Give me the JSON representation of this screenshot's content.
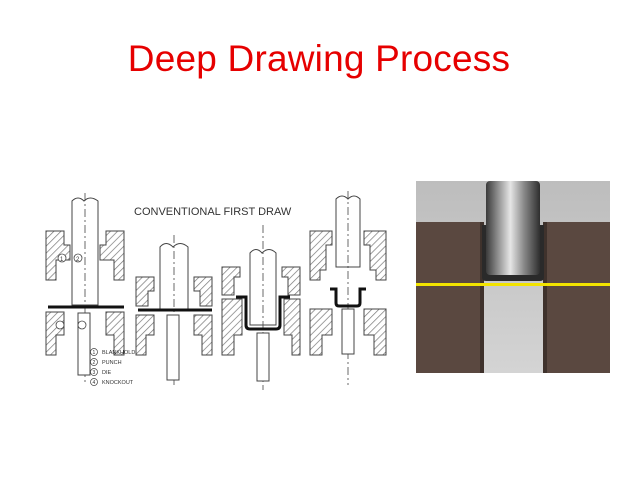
{
  "slide": {
    "title": "Deep Drawing Process",
    "title_color": "#e60000"
  },
  "diagram": {
    "caption": "CONVENTIONAL FIRST DRAW",
    "callouts": [
      "1",
      "2"
    ],
    "legend": [
      {
        "num": "1",
        "label": "BLANKHOLDER"
      },
      {
        "num": "2",
        "label": "PUNCH"
      },
      {
        "num": "3",
        "label": "DIE"
      },
      {
        "num": "4",
        "label": "KNOCKOUT"
      }
    ]
  },
  "render": {
    "colors": {
      "background": "#c8c8c8",
      "die_block": "#5a4840",
      "blank_sheet": "#f2e300",
      "punch": "#8a8a8a"
    }
  }
}
